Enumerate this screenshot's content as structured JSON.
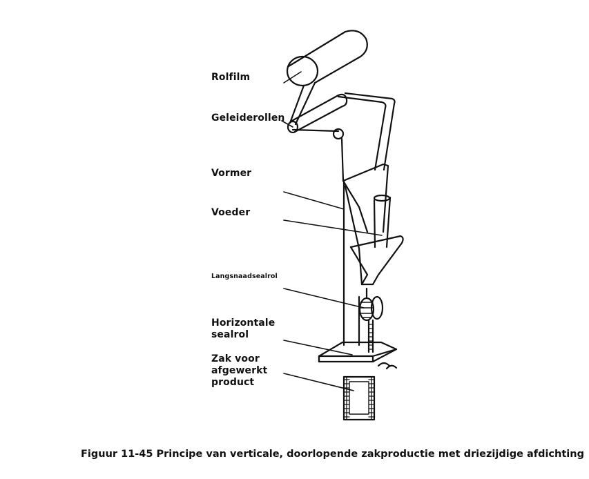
{
  "labels": {
    "rolfilm": "Rolfilm",
    "geleiderollen": "Geleiderollen",
    "vormer": "Vormer",
    "voeder": "Voeder",
    "langsnaadsealrol": "Langsnaadsealrol",
    "horizontale_sealrol": [
      "Horizontale",
      "sealrol"
    ],
    "zak": [
      "Zak voor",
      "afgewerkt",
      "product"
    ]
  },
  "caption": "Figuur 11-45 Principe van verticale, doorlopende zakproductie met driezijdige afdichting",
  "colors": {
    "ink": "#111111",
    "background": "#ffffff"
  }
}
